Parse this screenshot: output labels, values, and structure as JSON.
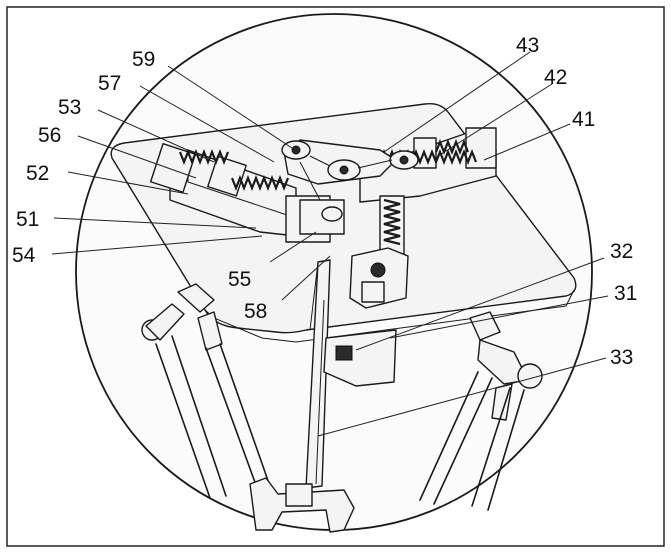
{
  "labels": [
    {
      "id": "59",
      "text": "59"
    },
    {
      "id": "57",
      "text": "57"
    },
    {
      "id": "53",
      "text": "53"
    },
    {
      "id": "56",
      "text": "56"
    },
    {
      "id": "52",
      "text": "52"
    },
    {
      "id": "51",
      "text": "51"
    },
    {
      "id": "54",
      "text": "54"
    },
    {
      "id": "55",
      "text": "55"
    },
    {
      "id": "58",
      "text": "58"
    },
    {
      "id": "43",
      "text": "43"
    },
    {
      "id": "42",
      "text": "42"
    },
    {
      "id": "41",
      "text": "41"
    },
    {
      "id": "32",
      "text": "32"
    },
    {
      "id": "31",
      "text": "31"
    },
    {
      "id": "33",
      "text": "33"
    }
  ]
}
